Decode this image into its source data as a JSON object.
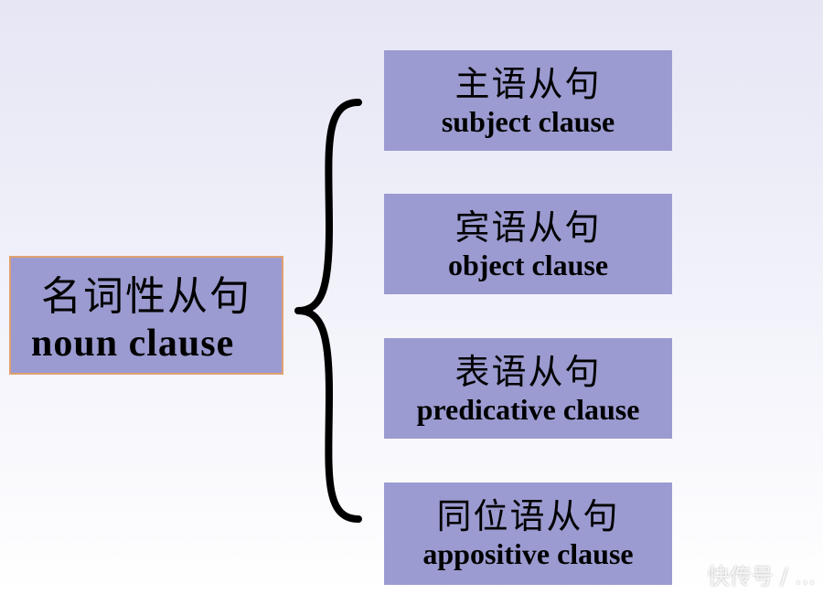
{
  "root": {
    "cn": "名词性从句",
    "en": "noun clause"
  },
  "items": [
    {
      "cn": "主语从句",
      "en": "subject clause"
    },
    {
      "cn": "宾语从句",
      "en": "object clause"
    },
    {
      "cn": "表语从句",
      "en": "predicative clause"
    },
    {
      "cn": "同位语从句",
      "en": "appositive clause"
    }
  ],
  "watermark": "快传号 / ...",
  "colors": {
    "box_fill": "#9b9bd1",
    "root_border": "#e0a070",
    "brace": "#000000"
  }
}
